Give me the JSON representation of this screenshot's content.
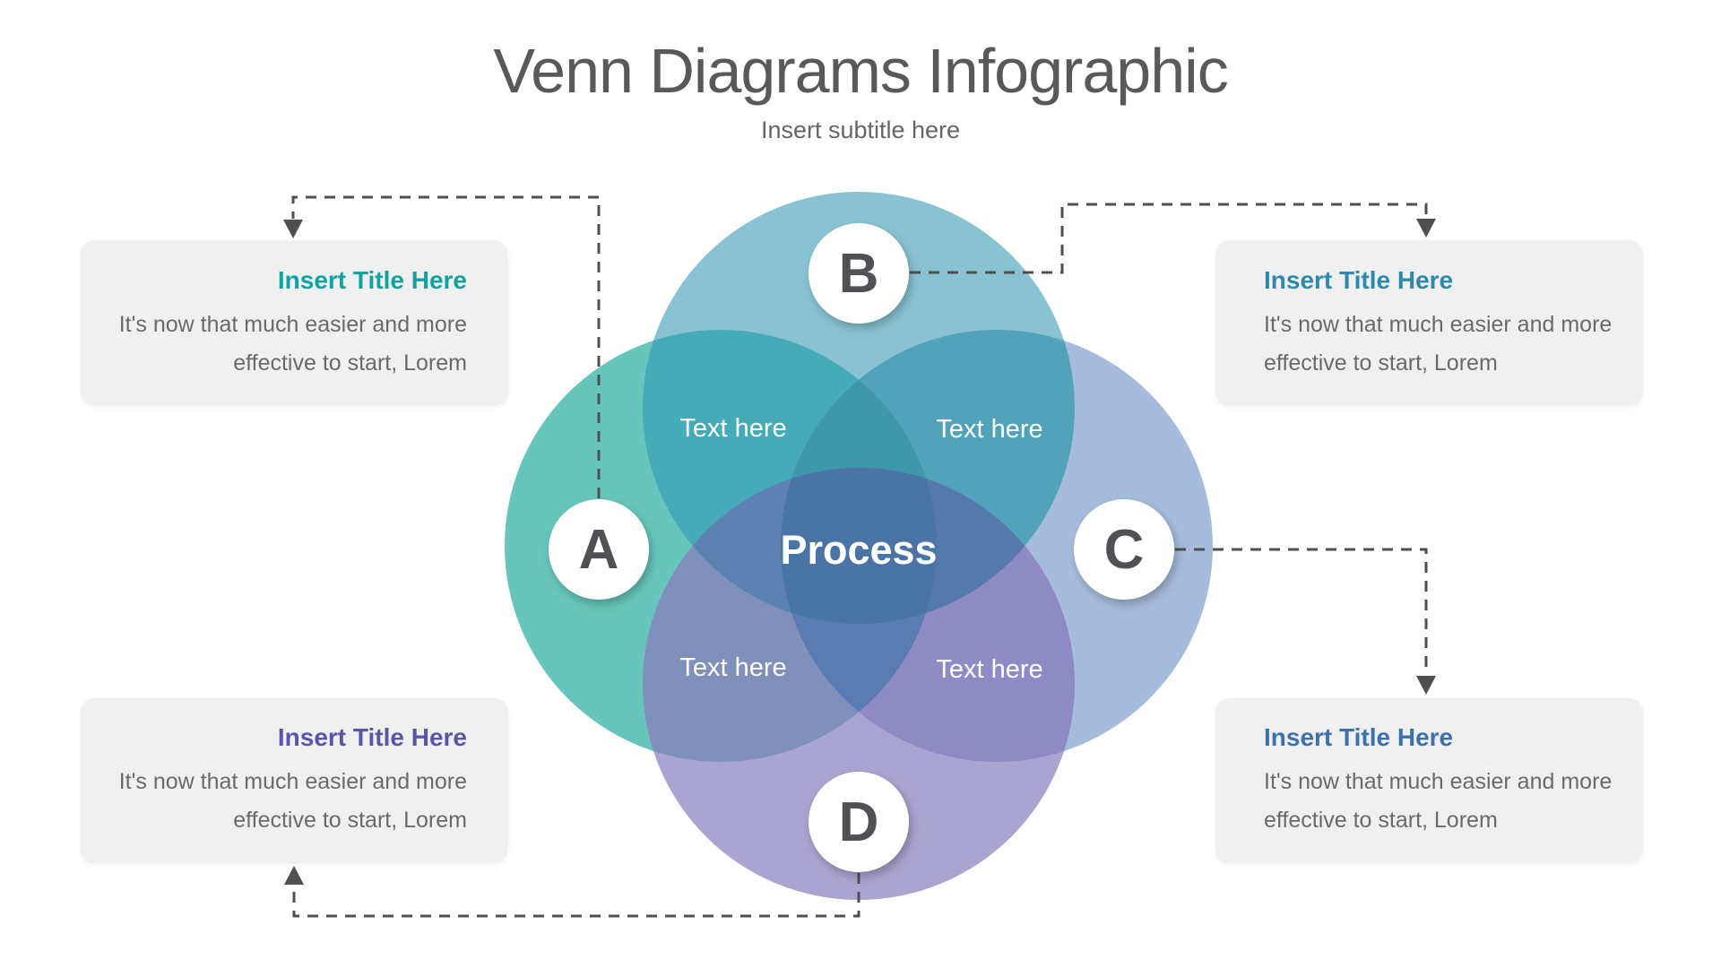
{
  "header": {
    "title": "Venn Diagrams Infographic",
    "subtitle": "Insert subtitle here"
  },
  "diagram": {
    "center_label": "Process",
    "circle_labels": {
      "a": "A",
      "b": "B",
      "c": "C",
      "d": "D"
    },
    "overlap_labels": {
      "ab": "Text here",
      "bc": "Text here",
      "ad": "Text here",
      "cd": "Text here"
    },
    "colors": {
      "a": "#66c6bb",
      "b": "#89c3d3",
      "c": "#a6bcdc",
      "d": "#aaa4d0",
      "ab": "#44abb7",
      "bc": "#52a2b9",
      "ad": "#7f90bb",
      "cd": "#8d8ac4",
      "abc": "#3d98aa",
      "abd": "#5e81b3",
      "bcd": "#5579ad",
      "acd": "#5b7cb3",
      "abcd": "#4a73a6",
      "connector": "#4f4f4f",
      "badge_fill": "#ffffff",
      "badge_letter": "#4f5154"
    }
  },
  "boxes": [
    {
      "id": "top-left",
      "title": "Insert Title Here",
      "title_color": "#12a2a2",
      "body_line1": "It's now that much easier and more",
      "body_line2": "effective to start, Lorem"
    },
    {
      "id": "top-right",
      "title": "Insert Title Here",
      "title_color": "#2d8aad",
      "body_line1": "It's now that much easier and more",
      "body_line2": "effective to start, Lorem"
    },
    {
      "id": "bottom-left",
      "title": "Insert Title Here",
      "title_color": "#5a55a8",
      "body_line1": "It's now that much easier and more",
      "body_line2": "effective to start, Lorem"
    },
    {
      "id": "bottom-right",
      "title": "Insert Title Here",
      "title_color": "#3b71ad",
      "body_line1": "It's now that much easier and more",
      "body_line2": "effective to start, Lorem"
    }
  ]
}
